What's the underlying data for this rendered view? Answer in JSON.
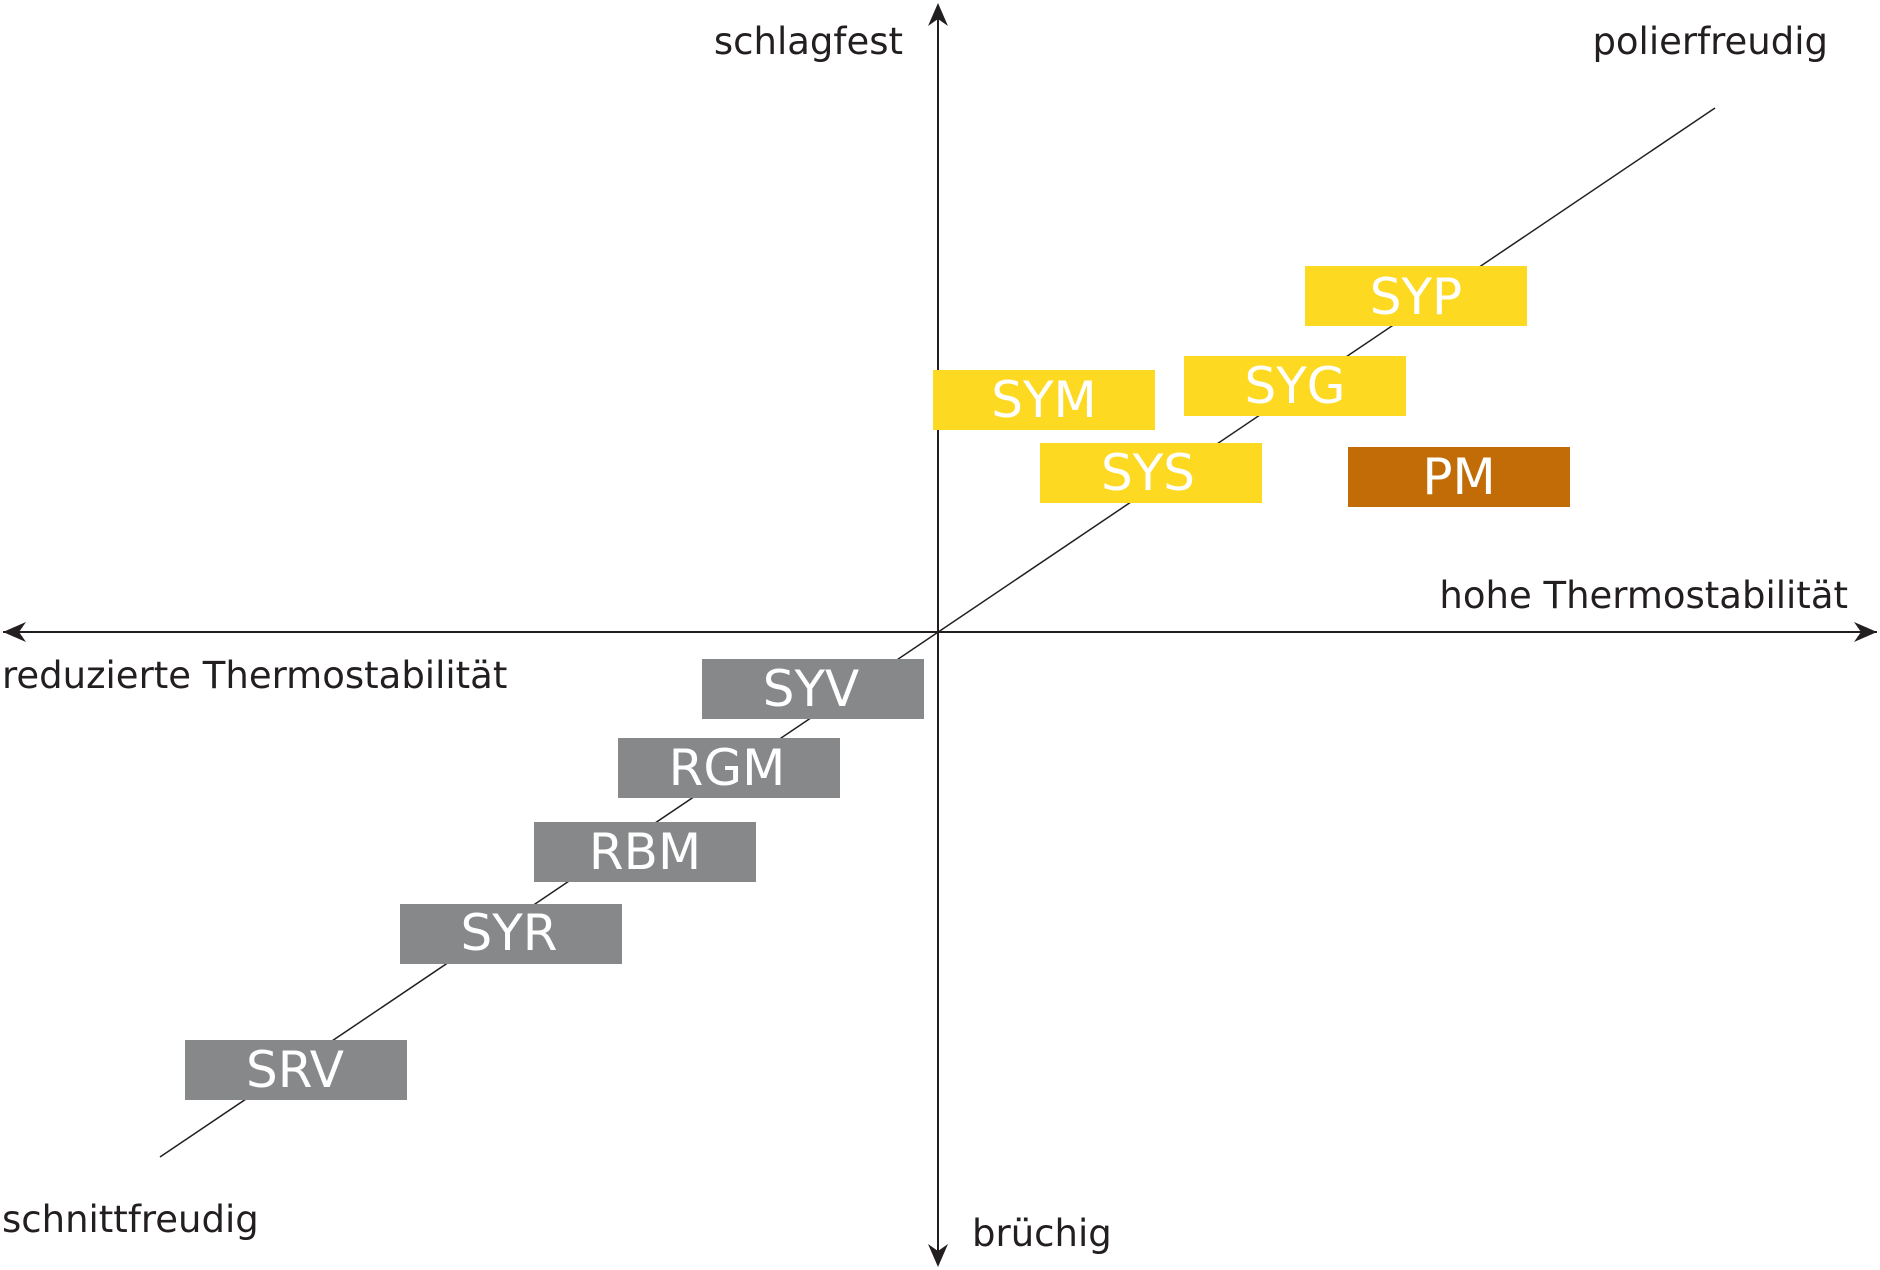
{
  "axis_labels": {
    "top": "schlagfest",
    "bottom": "brüchig",
    "right": "hohe Thermostabilität",
    "left": "reduzierte Thermostabilität",
    "diagonal_top": "polierfreudig",
    "diagonal_bottom": "schnittfreudig"
  },
  "colors": {
    "yellow": "#fdd922",
    "orange": "#c16c06",
    "gray": "#87888a",
    "line": "#231f20",
    "box_text": "#ffffff"
  },
  "products": [
    {
      "label": "SYP",
      "group": "yellow"
    },
    {
      "label": "SYG",
      "group": "yellow"
    },
    {
      "label": "SYM",
      "group": "yellow"
    },
    {
      "label": "SYS",
      "group": "yellow"
    },
    {
      "label": "PM",
      "group": "orange"
    },
    {
      "label": "SYV",
      "group": "gray"
    },
    {
      "label": "RGM",
      "group": "gray"
    },
    {
      "label": "RBM",
      "group": "gray"
    },
    {
      "label": "SYR",
      "group": "gray"
    },
    {
      "label": "SRV",
      "group": "gray"
    }
  ]
}
